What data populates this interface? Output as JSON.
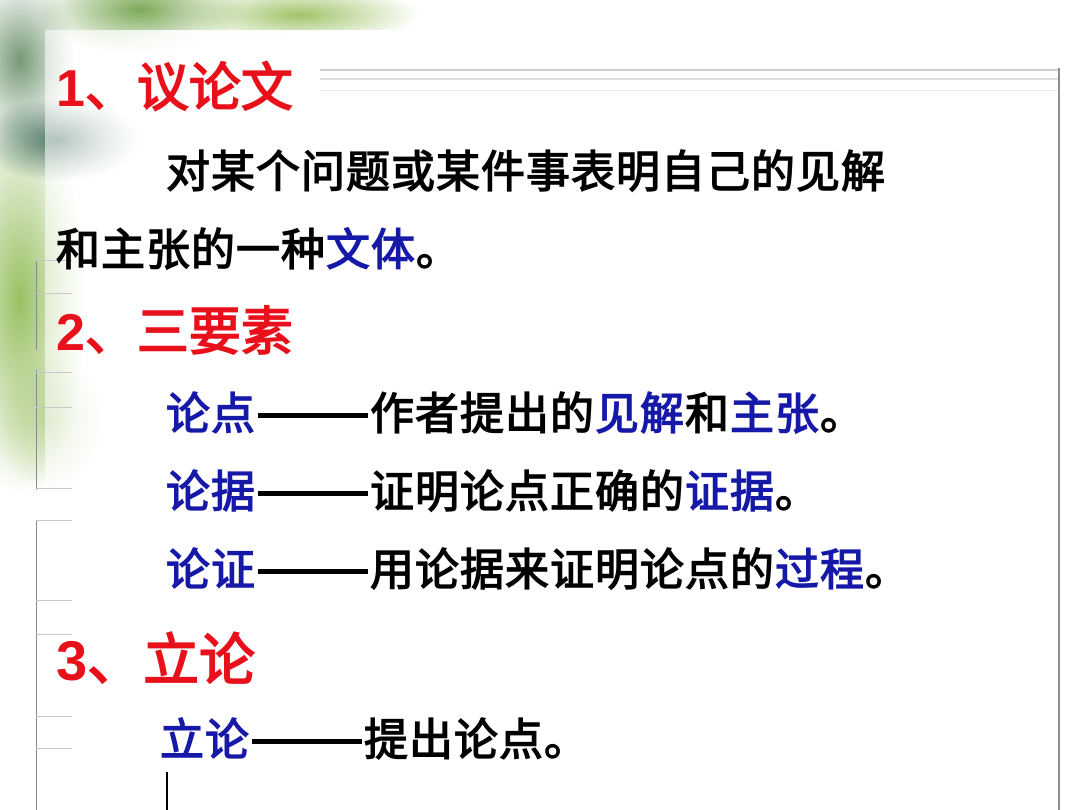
{
  "slide": {
    "section1": {
      "number": "1、",
      "title": "议论文",
      "definition_line1": "对某个问题或某件事表明自己的见解",
      "definition_line2_prefix": "和主张的一种",
      "definition_line2_highlight": "文体",
      "definition_line2_suffix": "。"
    },
    "section2": {
      "number": "2、",
      "title": "三要素",
      "items": [
        {
          "term": "论点",
          "parts": [
            {
              "text": "作者提出的",
              "highlight": false
            },
            {
              "text": "见解",
              "highlight": true
            },
            {
              "text": "和",
              "highlight": false
            },
            {
              "text": "主张",
              "highlight": true
            },
            {
              "text": "。",
              "highlight": false
            }
          ]
        },
        {
          "term": "论据",
          "parts": [
            {
              "text": "证明论点正确的",
              "highlight": false
            },
            {
              "text": "证据",
              "highlight": true
            },
            {
              "text": "。",
              "highlight": false
            }
          ]
        },
        {
          "term": "论证",
          "parts": [
            {
              "text": "用论据来证明论点的",
              "highlight": false
            },
            {
              "text": "过程",
              "highlight": true
            },
            {
              "text": "。",
              "highlight": false
            }
          ]
        }
      ]
    },
    "section3": {
      "number": "3、",
      "title": "立论",
      "items": [
        {
          "term": "立论",
          "parts": [
            {
              "text": "提出论点。",
              "highlight": false
            }
          ]
        }
      ]
    },
    "colors": {
      "heading_red": "#e8111b",
      "highlight_blue": "#1618a8",
      "body_black": "#000000"
    }
  }
}
